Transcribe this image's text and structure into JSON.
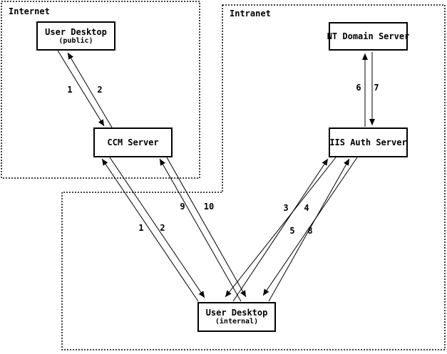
{
  "colors": {
    "ink": "#000000",
    "paper": "#ffffff"
  },
  "zones": [
    {
      "id": "internet",
      "label": "Internet"
    },
    {
      "id": "intranet",
      "label": "Intranet"
    }
  ],
  "nodes": [
    {
      "id": "user-desktop-public",
      "label": "User Desktop",
      "sublabel": "(public)"
    },
    {
      "id": "ccm-server",
      "label": "CCM Server",
      "sublabel": ""
    },
    {
      "id": "nt-domain-server",
      "label": "NT Domain Server",
      "sublabel": ""
    },
    {
      "id": "iis-auth-server",
      "label": "IIS Auth Server",
      "sublabel": ""
    },
    {
      "id": "user-desktop-internal",
      "label": "User Desktop",
      "sublabel": "(internal)"
    }
  ],
  "edges": [
    {
      "label": "1",
      "from": "user-desktop-public",
      "to": "ccm-server"
    },
    {
      "label": "2",
      "from": "ccm-server",
      "to": "user-desktop-public"
    },
    {
      "label": "1",
      "from": "user-desktop-internal",
      "to": "ccm-server"
    },
    {
      "label": "2",
      "from": "ccm-server",
      "to": "user-desktop-internal"
    },
    {
      "label": "9",
      "from": "user-desktop-internal",
      "to": "ccm-server"
    },
    {
      "label": "10",
      "from": "ccm-server",
      "to": "user-desktop-internal"
    },
    {
      "label": "3",
      "from": "user-desktop-internal",
      "to": "iis-auth-server"
    },
    {
      "label": "4",
      "from": "iis-auth-server",
      "to": "user-desktop-internal"
    },
    {
      "label": "5",
      "from": "user-desktop-internal",
      "to": "iis-auth-server"
    },
    {
      "label": "8",
      "from": "iis-auth-server",
      "to": "user-desktop-internal"
    },
    {
      "label": "6",
      "from": "iis-auth-server",
      "to": "nt-domain-server"
    },
    {
      "label": "7",
      "from": "nt-domain-server",
      "to": "iis-auth-server"
    }
  ]
}
